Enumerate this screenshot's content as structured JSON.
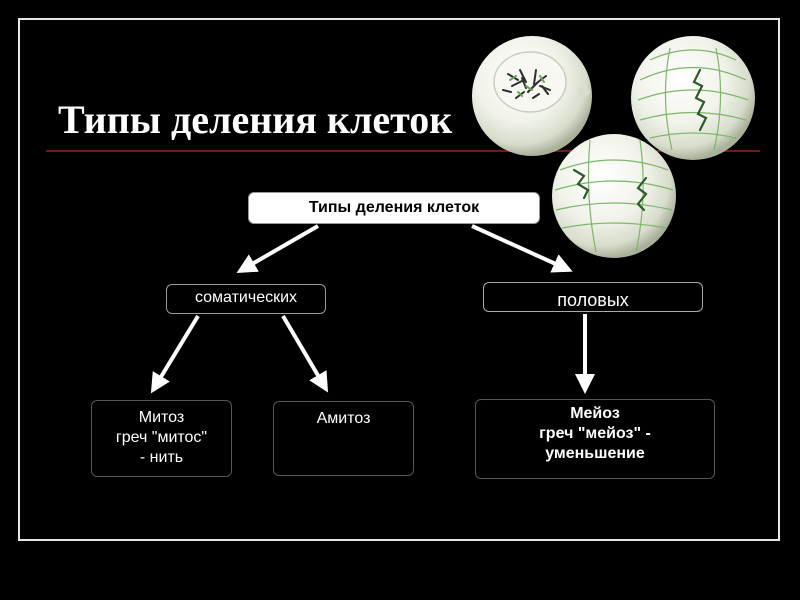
{
  "slide": {
    "title": "Типы деления клеток"
  },
  "diagram": {
    "root": "Типы деления клеток",
    "branches": {
      "somatic": "соматических",
      "sexual": "половых"
    },
    "leaves": {
      "mitosis": [
        "Митоз",
        "греч \"митос\"",
        "- нить"
      ],
      "amitosis": [
        "Амитоз"
      ],
      "meiosis": [
        "Мейоз",
        "греч \"мейоз\" -",
        "уменьшение"
      ]
    }
  },
  "images": [
    {
      "icon": "cell-nucleus-chromosomes-image"
    },
    {
      "icon": "cell-spindle-metaphase-image"
    },
    {
      "icon": "cell-spindle-anaphase-image"
    }
  ]
}
